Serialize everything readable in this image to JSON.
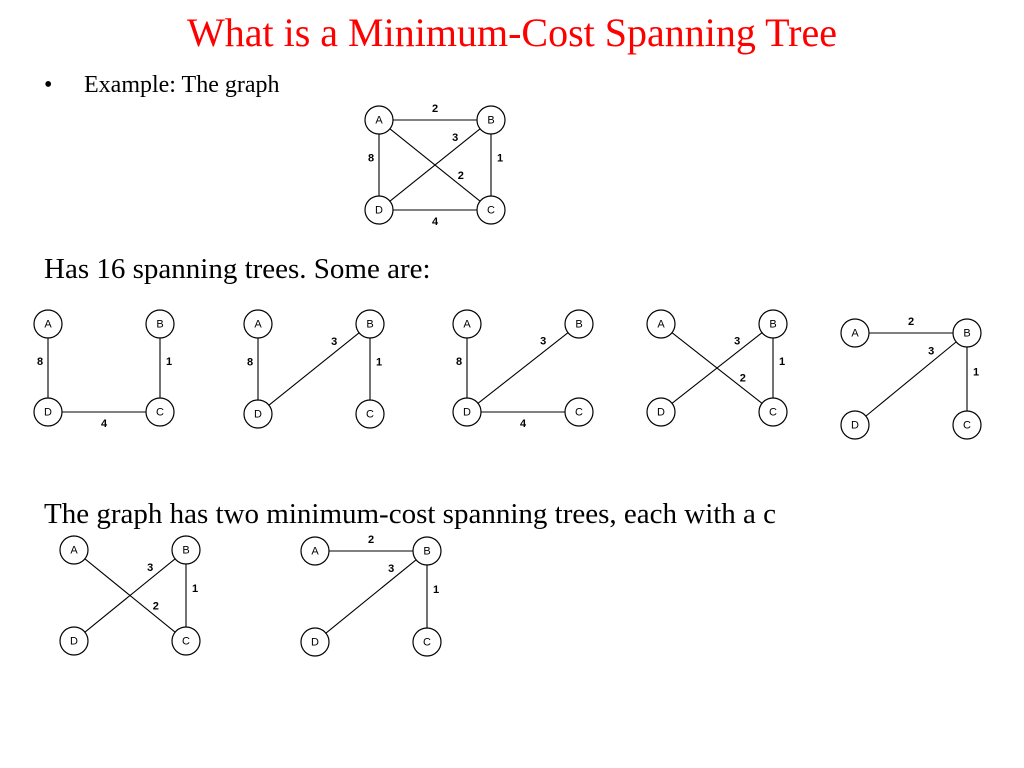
{
  "slide": {
    "title": "What is a Minimum-Cost Spanning Tree",
    "title_color": "#ff0000",
    "bullet": "•",
    "bullet_text": "Example: The graph",
    "count_text": "Has 16 spanning trees. Some are:",
    "summary_text": "The graph has two minimum-cost spanning trees, each with a c"
  },
  "graphs": {
    "main": {
      "nodes": [
        "A",
        "B",
        "C",
        "D"
      ],
      "edges": [
        {
          "from": "A",
          "to": "B",
          "weight": "2"
        },
        {
          "from": "B",
          "to": "D",
          "weight": "3"
        },
        {
          "from": "B",
          "to": "C",
          "weight": "1"
        },
        {
          "from": "A",
          "to": "D",
          "weight": "8"
        },
        {
          "from": "A",
          "to": "C",
          "weight": "2"
        },
        {
          "from": "D",
          "to": "C",
          "weight": "4"
        }
      ]
    },
    "spanning_trees": [
      {
        "nodes": [
          "A",
          "B",
          "C",
          "D"
        ],
        "edges": [
          {
            "from": "A",
            "to": "D",
            "weight": "8"
          },
          {
            "from": "B",
            "to": "C",
            "weight": "1"
          },
          {
            "from": "D",
            "to": "C",
            "weight": "4"
          }
        ]
      },
      {
        "nodes": [
          "A",
          "B",
          "C",
          "D"
        ],
        "edges": [
          {
            "from": "A",
            "to": "D",
            "weight": "8"
          },
          {
            "from": "B",
            "to": "D",
            "weight": "3"
          },
          {
            "from": "B",
            "to": "C",
            "weight": "1"
          }
        ]
      },
      {
        "nodes": [
          "A",
          "B",
          "C",
          "D"
        ],
        "edges": [
          {
            "from": "A",
            "to": "D",
            "weight": "8"
          },
          {
            "from": "B",
            "to": "D",
            "weight": "3"
          },
          {
            "from": "D",
            "to": "C",
            "weight": "4"
          }
        ]
      },
      {
        "nodes": [
          "A",
          "B",
          "C",
          "D"
        ],
        "edges": [
          {
            "from": "B",
            "to": "D",
            "weight": "3"
          },
          {
            "from": "A",
            "to": "C",
            "weight": "2"
          },
          {
            "from": "B",
            "to": "C",
            "weight": "1"
          }
        ]
      },
      {
        "nodes": [
          "A",
          "B",
          "C",
          "D"
        ],
        "edges": [
          {
            "from": "A",
            "to": "B",
            "weight": "2"
          },
          {
            "from": "B",
            "to": "D",
            "weight": "3"
          },
          {
            "from": "B",
            "to": "C",
            "weight": "1"
          }
        ]
      }
    ],
    "minimum_trees": [
      {
        "nodes": [
          "A",
          "B",
          "C",
          "D"
        ],
        "edges": [
          {
            "from": "B",
            "to": "D",
            "weight": "3"
          },
          {
            "from": "A",
            "to": "C",
            "weight": "2"
          },
          {
            "from": "B",
            "to": "C",
            "weight": "1"
          }
        ]
      },
      {
        "nodes": [
          "A",
          "B",
          "C",
          "D"
        ],
        "edges": [
          {
            "from": "A",
            "to": "B",
            "weight": "2"
          },
          {
            "from": "B",
            "to": "D",
            "weight": "3"
          },
          {
            "from": "B",
            "to": "C",
            "weight": "1"
          }
        ]
      }
    ]
  }
}
